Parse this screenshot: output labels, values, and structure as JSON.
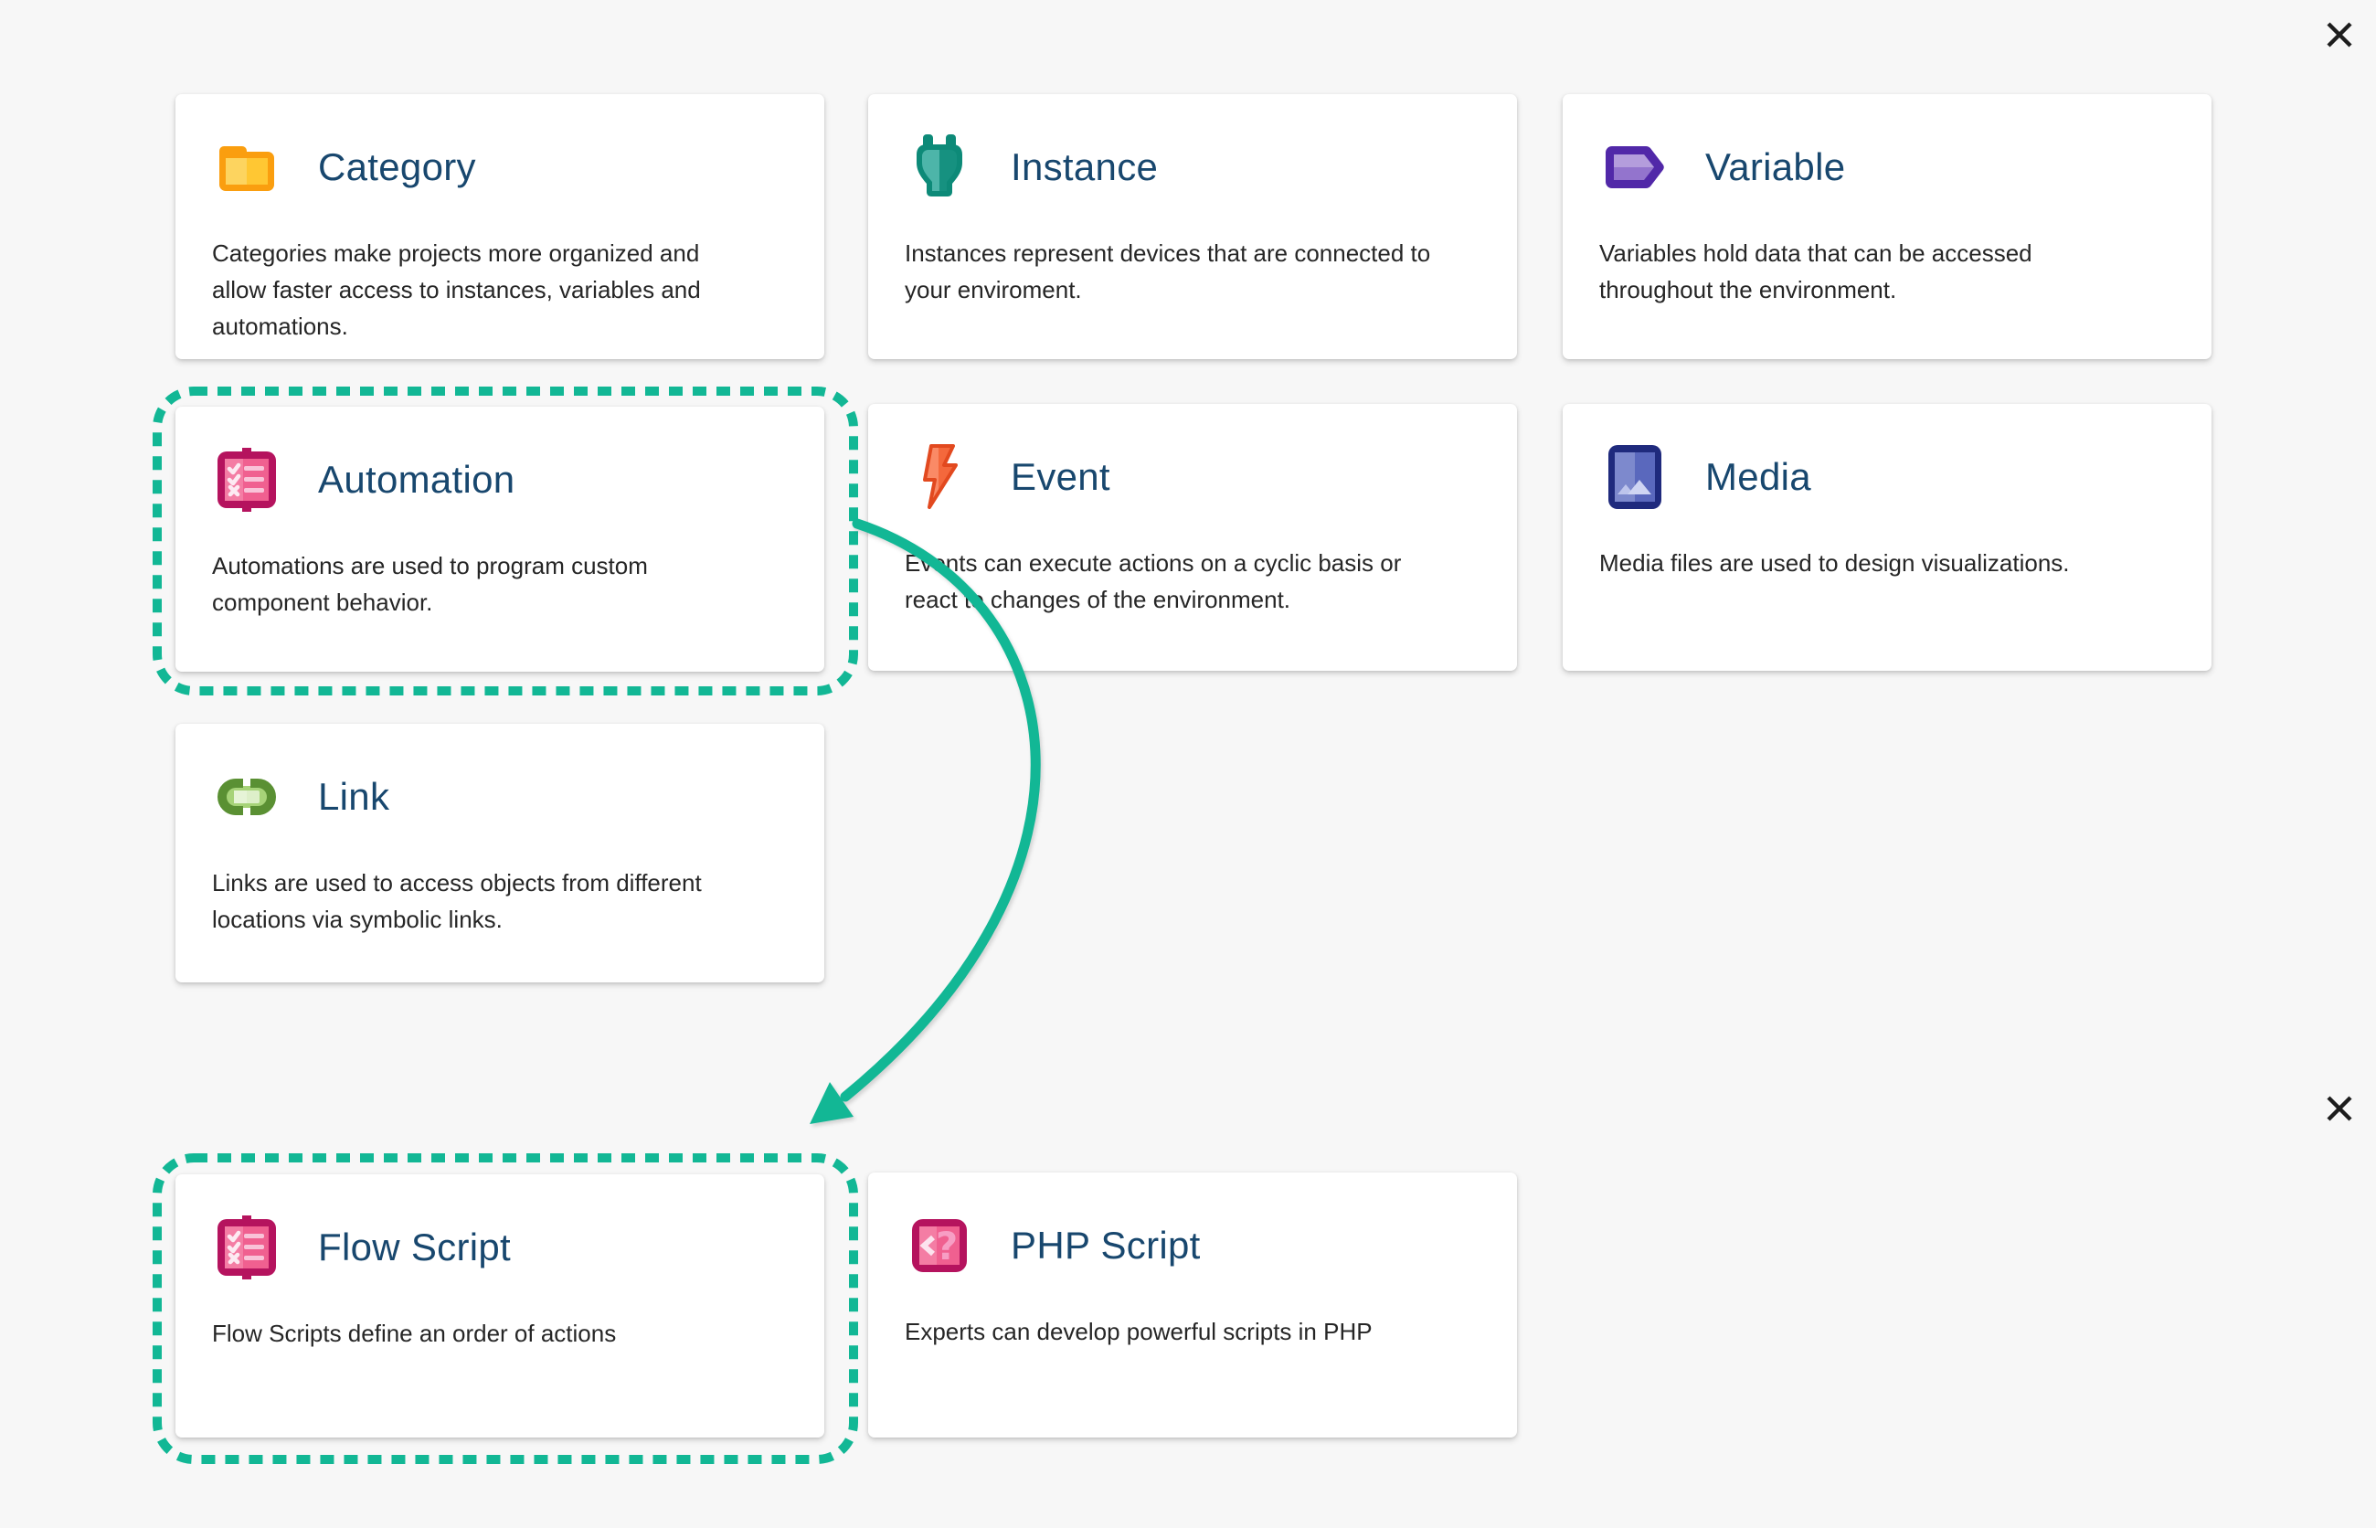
{
  "window": {
    "background_color": "#f7f7f7",
    "title_color": "#18476e",
    "text_color": "#262626"
  },
  "annotation": {
    "color": "#12b795",
    "highlighted_cards": [
      "Automation",
      "Flow Script"
    ],
    "arrow": {
      "from": "Automation",
      "to": "Flow Script"
    }
  },
  "close_buttons": {
    "top": "close",
    "bottom": "close"
  },
  "cards": [
    {
      "title": "Category",
      "icon": "folder-icon",
      "description": "Categories make projects more organized and\nallow faster access to instances, variables and\nautomations."
    },
    {
      "title": "Instance",
      "icon": "plug-icon",
      "description": "Instances represent devices that are connected to\nyour enviroment."
    },
    {
      "title": "Variable",
      "icon": "variable-tag-icon",
      "description": "Variables hold data that can be accessed\nthroughout the environment."
    },
    {
      "title": "Automation",
      "icon": "checklist-icon",
      "description": "Automations are used to program custom\ncomponent behavior."
    },
    {
      "title": "Event",
      "icon": "lightning-icon",
      "description": "Events can execute actions on a cyclic basis or\nreact to changes of the environment."
    },
    {
      "title": "Media",
      "icon": "image-icon",
      "description": "Media files are used to design visualizations."
    },
    {
      "title": "Link",
      "icon": "chain-link-icon",
      "description": "Links are used to access objects from different\nlocations via symbolic links."
    },
    {
      "title": "Flow Script",
      "icon": "checklist-icon",
      "description": "Flow Scripts define an order of actions"
    },
    {
      "title": "PHP Script",
      "icon": "php-code-icon",
      "description": "Experts can develop powerful scripts in PHP"
    }
  ]
}
